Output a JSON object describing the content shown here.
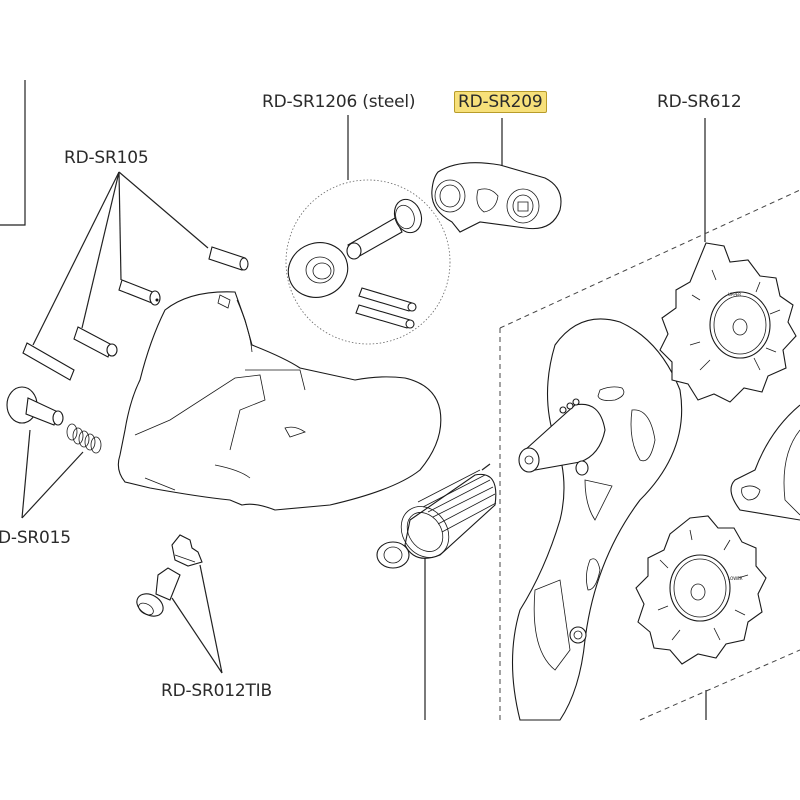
{
  "diagram": {
    "type": "exploded-parts-diagram",
    "subject": "rear derailleur",
    "highlight_color": "#f7e07a",
    "labels": [
      {
        "id": "rd-sr1206",
        "text": "RD-SR1206 (steel)",
        "highlighted": false
      },
      {
        "id": "rd-sr209",
        "text": "RD-SR209",
        "highlighted": true
      },
      {
        "id": "rd-sr612",
        "text": "RD-SR612",
        "highlighted": false
      },
      {
        "id": "rd-sr105",
        "text": "RD-SR105",
        "highlighted": false
      },
      {
        "id": "rd-sr015",
        "text": "D-SR015",
        "highlighted": false
      },
      {
        "id": "rd-sr012tib",
        "text": "RD-SR012TIB",
        "highlighted": false
      }
    ],
    "pulley_markings": {
      "upper": "UPPER",
      "lower": "LOWER"
    }
  }
}
